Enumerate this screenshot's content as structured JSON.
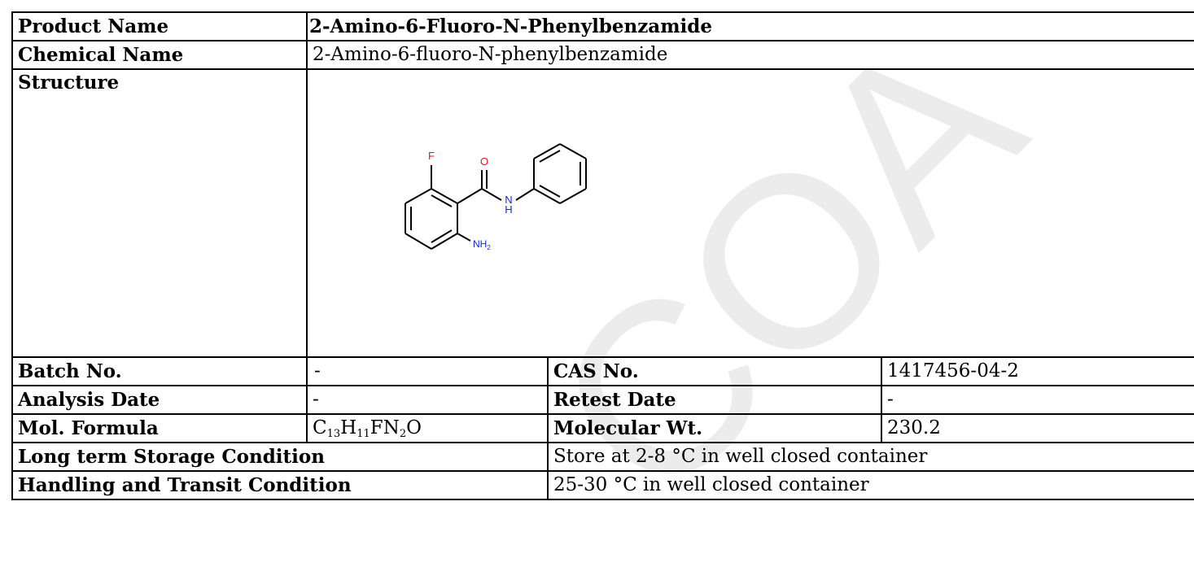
{
  "product": {
    "label": "Product Name",
    "value": "2-Amino-6-Fluoro-N-Phenylbenzamide"
  },
  "chemical": {
    "label": "Chemical Name",
    "value": "2-Amino-6-fluoro-N-phenylbenzamide"
  },
  "structure": {
    "label": "Structure",
    "atoms": {
      "fluorine": "F",
      "oxygen": "O",
      "nitrogen": "N",
      "hydrogen": "H",
      "amine": "NH",
      "amine_sub": "2"
    }
  },
  "batch": {
    "label": "Batch No.",
    "value": "-"
  },
  "cas": {
    "label": "CAS No.",
    "value": "1417456-04-2"
  },
  "analysis": {
    "label": "Analysis Date",
    "value": "-"
  },
  "retest": {
    "label": "Retest Date",
    "value": "-"
  },
  "formula": {
    "label": "Mol. Formula",
    "parts": [
      "C",
      "13",
      "H",
      "11",
      "FN",
      "2",
      "O"
    ]
  },
  "mw": {
    "label": "Molecular Wt.",
    "value": "230.2"
  },
  "storage": {
    "label": "Long term Storage Condition",
    "value": "Store at 2-8 °C in well closed container"
  },
  "handling": {
    "label": "Handling and Transit Condition",
    "value": "25-30 °C in well closed container"
  },
  "watermark": {
    "text": "COA"
  },
  "colors": {
    "fluorine": "#e8141e",
    "oxygen": "#e8141e",
    "nitrogen": "#1428e0",
    "border": "#000000"
  }
}
